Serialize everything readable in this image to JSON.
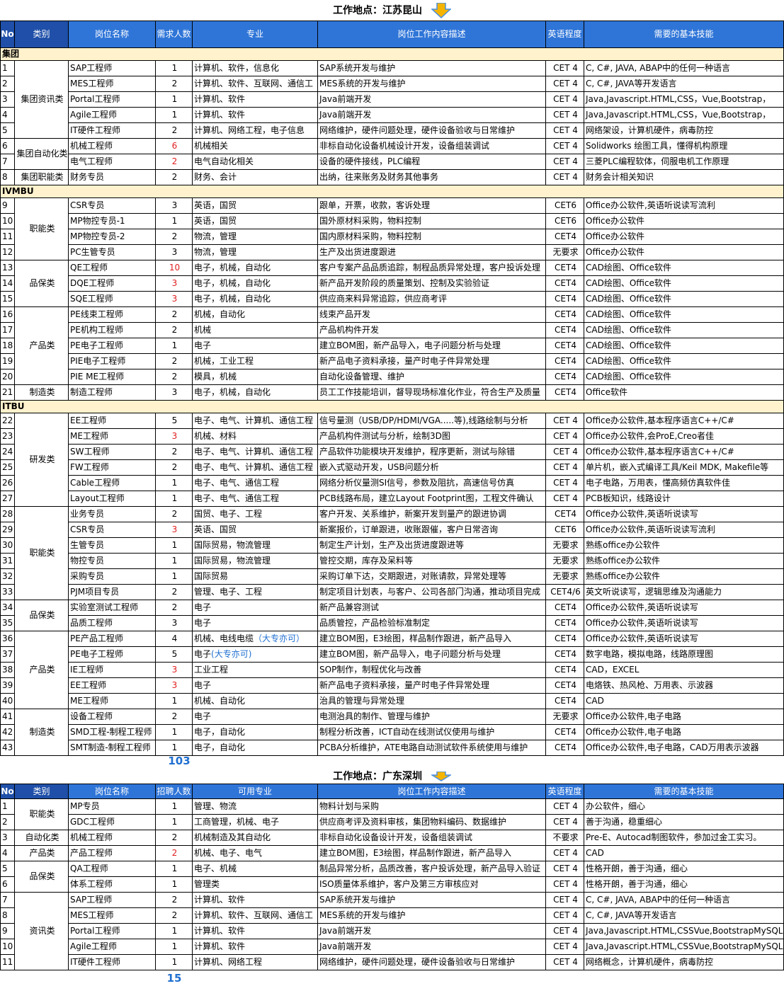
{
  "kunshan": {
    "title": "工作地点：江苏昆山",
    "headers": [
      "No",
      "类别",
      "岗位名称",
      "需求人数",
      "专业",
      "岗位工作内容描述",
      "英语程度",
      "需要的基本技能"
    ],
    "groups": [
      {
        "name": "集团",
        "cats": [
          {
            "name": "集团资讯类",
            "rows": [
              {
                "no": "1",
                "pos": "SAP工程师",
                "n": "1",
                "major": "计算机、软件，信息化",
                "desc": "SAP系统开发与维护",
                "eng": "CET 4",
                "skill": "C, C#, JAVA, ABAP中的任何一种语言"
              },
              {
                "no": "2",
                "pos": "MES工程师",
                "n": "2",
                "major": "计算机、软件、互联网、通信工",
                "desc": "MES系统的开发与维护",
                "eng": "CET 4",
                "skill": "C, C#, JAVA等开发语言"
              },
              {
                "no": "3",
                "pos": "Portal工程师",
                "n": "1",
                "major": "计算机、软件",
                "desc": "Java前端开发",
                "eng": "CET 4",
                "skill": "Java,Javascript.HTML,CSS，Vue,Bootstrap，"
              },
              {
                "no": "4",
                "pos": "Agile工程师",
                "n": "1",
                "major": "计算机、软件",
                "desc": "Java前端开发",
                "eng": "CET 4",
                "skill": "Java,Javascript.HTML,CSS，Vue,Bootstrap，"
              },
              {
                "no": "5",
                "pos": "IT硬件工程师",
                "n": "2",
                "major": "计算机、网络工程，电子信息",
                "desc": "网络维护，硬件问题处理，硬件设备验收与日常维护",
                "eng": "CET 4",
                "skill": "网络架设，计算机硬件，病毒防控"
              }
            ]
          },
          {
            "name": "集团自动化类",
            "rows": [
              {
                "no": "6",
                "pos": "机械工程师",
                "n": "6",
                "red": true,
                "major": "机械相关",
                "desc": "非标自动化设备机械设计开发，设备组装调试",
                "eng": "CET 4",
                "skill": "Solidworks 绘图工具，懂得机构原理"
              },
              {
                "no": "7",
                "pos": "电气工程师",
                "n": "2",
                "red": true,
                "major": "电气自动化相关",
                "desc": "设备的硬件接线，PLC编程",
                "eng": "CET 4",
                "skill": "三菱PLC编程软体，伺服电机工作原理"
              }
            ]
          },
          {
            "name": "集团职能类",
            "rows": [
              {
                "no": "8",
                "pos": "财务专员",
                "n": "2",
                "major": "财务、会计",
                "desc": "出纳，往来账务及财务其他事务",
                "eng": "CET 4",
                "skill": "财务会计相关知识"
              }
            ]
          }
        ]
      },
      {
        "name": "IVMBU",
        "cats": [
          {
            "name": "职能类",
            "rows": [
              {
                "no": "9",
                "pos": "CSR专员",
                "n": "3",
                "major": "英语，国贸",
                "desc": "跟单，开票，收款，客诉处理",
                "eng": "CET6",
                "skill": "Office办公软件,英语听说读写流利"
              },
              {
                "no": "10",
                "pos": "MP物控专员-1",
                "n": "1",
                "major": "英语，国贸",
                "desc": "国外原材料采购，物料控制",
                "eng": "CET6",
                "skill": "Office办公软件"
              },
              {
                "no": "11",
                "pos": "MP物控专员-2",
                "n": "2",
                "major": "物流，管理",
                "desc": "国内原材料采购，物料控制",
                "eng": "CET4",
                "skill": "Office办公软件"
              },
              {
                "no": "12",
                "pos": "PC生管专员",
                "n": "3",
                "major": "物流，管理",
                "desc": "生产及出货进度跟进",
                "eng": "无要求",
                "skill": "Office办公软件"
              }
            ]
          },
          {
            "name": "品保类",
            "rows": [
              {
                "no": "13",
                "pos": "QE工程师",
                "n": "10",
                "red": true,
                "major": "电子，机械，自动化",
                "desc": "客户专案产品品质追踪，制程品质异常处理，客户投诉处理",
                "eng": "CET4",
                "skill": "CAD绘图、Office软件"
              },
              {
                "no": "14",
                "pos": "DQE工程师",
                "n": "3",
                "red": true,
                "major": "电子，机械，自动化",
                "desc": "新产品开发阶段的质量策划、控制及实验验证",
                "eng": "CET4",
                "skill": "CAD绘图、Office软件"
              },
              {
                "no": "15",
                "pos": "SQE工程师",
                "n": "3",
                "red": true,
                "major": "电子，机械，自动化",
                "desc": "供应商来料异常追踪，供应商考评",
                "eng": "CET4",
                "skill": "CAD绘图、Office软件"
              }
            ]
          },
          {
            "name": "产品类",
            "rows": [
              {
                "no": "16",
                "pos": "PE线束工程师",
                "n": "2",
                "major": "机械，自动化",
                "desc": "线束产品开发",
                "eng": "CET4",
                "skill": "CAD绘图、Office软件"
              },
              {
                "no": "17",
                "pos": "PE机构工程师",
                "n": "2",
                "major": "机械",
                "desc": "产品机构件开发",
                "eng": "CET4",
                "skill": "CAD绘图、Office软件"
              },
              {
                "no": "18",
                "pos": "PE电子工程师",
                "n": "1",
                "major": "电子",
                "desc": "建立BOM图，新产品导入，电子问题分析与处理",
                "eng": "CET4",
                "skill": "CAD绘图、Office软件"
              },
              {
                "no": "19",
                "pos": "PIE电子工程师",
                "n": "2",
                "major": "机械，工业工程",
                "desc": "新产品电子资料承接，量产时电子件异常处理",
                "eng": "CET4",
                "skill": "CAD绘图、Office软件"
              },
              {
                "no": "20",
                "pos": "PIE ME工程师",
                "n": "2",
                "major": "模具，机械",
                "desc": "自动化设备管理、维护",
                "eng": "CET4",
                "skill": "CAD绘图、Office软件"
              }
            ]
          },
          {
            "name": "制造类",
            "rows": [
              {
                "no": "21",
                "pos": "制造工程师",
                "n": "3",
                "major": "电子，机械，自动化",
                "desc": "员工工作技能培训，督导现场标准化作业，符合生产及质量",
                "eng": "CET4",
                "skill": "Office软件"
              }
            ]
          }
        ]
      },
      {
        "name": "ITBU",
        "cats": [
          {
            "name": "研发类",
            "rows": [
              {
                "no": "22",
                "pos": "EE工程师",
                "n": "5",
                "major": "电子、电气、计算机、通信工程",
                "desc": "信号量测（USB/DP/HDMI/VGA.....等),线路绘制与分析",
                "eng": "CET 4",
                "skill": "Office办公软件,基本程序语言C++/C#"
              },
              {
                "no": "23",
                "pos": "ME工程师",
                "n": "3",
                "red": true,
                "major": "机械、材料",
                "desc": "产品机构件测试与分析，绘制3D图",
                "eng": "CET 4",
                "skill": "Office办公软件,会ProE,Creo者佳"
              },
              {
                "no": "24",
                "pos": "SW工程师",
                "n": "2",
                "major": "电子、电气、计算机、通信工程",
                "desc": "产品软件功能模块开发维护，程序更新，测试与除错",
                "eng": "CET 4",
                "skill": "Office办公软件,基本程序语言C++/C#"
              },
              {
                "no": "25",
                "pos": "FW工程师",
                "n": "2",
                "major": "电子、电气、计算机、通信工程",
                "desc": "嵌入式驱动开发，USB问题分析",
                "eng": "CET 4",
                "skill": "单片机，嵌入式编译工具/Keil MDK, Makefile等"
              },
              {
                "no": "26",
                "pos": "Cable工程师",
                "n": "1",
                "major": "电子、电气、通信工程",
                "desc": "网络分析仪量测SI信号，参数及阻抗，高速信号仿真",
                "eng": "CET 4",
                "skill": "电子电路，万用表，懂高频仿真软件佳"
              },
              {
                "no": "27",
                "pos": "Layout工程师",
                "n": "1",
                "major": "电子、电气、通信工程",
                "desc": "PCB线路布局，建立Layout Footprint图，工程文件确认",
                "eng": "CET 4",
                "skill": "PCB板知识，线路设计"
              }
            ]
          },
          {
            "name": "职能类",
            "rows": [
              {
                "no": "28",
                "pos": "业务专员",
                "n": "2",
                "major": "国贸、电子、工程",
                "desc": "客户开发、关系维护，新案开发到量产的跟进协调",
                "eng": "CET4",
                "skill": "Office办公软件,英语听说读写"
              },
              {
                "no": "29",
                "pos": "CSR专员",
                "n": "3",
                "red": true,
                "major": "英语、国贸",
                "desc": "新案报价，订单跟进，收账跟催，客户日常咨询",
                "eng": "CET6",
                "skill": "Office办公软件,英语听说读写流利"
              },
              {
                "no": "30",
                "pos": "生管专员",
                "n": "1",
                "major": "国际贸易，物流管理",
                "desc": "制定生产计划，生产及出货进度跟进等",
                "eng": "无要求",
                "skill": "熟练office办公软件"
              },
              {
                "no": "31",
                "pos": "物控专员",
                "n": "1",
                "major": "国际贸易，物流管理",
                "desc": "管控交期，库存及呆料等",
                "eng": "无要求",
                "skill": "熟练office办公软件"
              },
              {
                "no": "32",
                "pos": "采购专员",
                "n": "1",
                "major": "国际贸易",
                "desc": "采购订单下达，交期跟进，对账请款，异常处理等",
                "eng": "无要求",
                "skill": "熟练office办公软件"
              },
              {
                "no": "33",
                "pos": "PJM项目专员",
                "n": "2",
                "major": "管理、电子、工程",
                "desc": "制定项目计划表，与客户、公司各部门沟通，推动项目完成",
                "eng": "CET4/6",
                "skill": "英文听说读写，逻辑思维及沟通能力"
              }
            ]
          },
          {
            "name": "品保类",
            "rows": [
              {
                "no": "34",
                "pos": "实验室测试工程师",
                "n": "2",
                "major": "电子",
                "desc": "新产品兼容测试",
                "eng": "CET4",
                "skill": "Office办公软件,英语听说读写"
              },
              {
                "no": "35",
                "pos": "品质工程师",
                "n": "3",
                "major": "电子",
                "desc": "品质管控，产品检验标准制定",
                "eng": "CET4",
                "skill": "Office办公软件,英语听说读写"
              }
            ]
          },
          {
            "name": "产品类",
            "rows": [
              {
                "no": "36",
                "pos": "PE产品工程师",
                "n": "4",
                "major": "机械、电线电缆",
                "note": "（大专亦可）",
                "desc": "建立BOM图，E3绘图，样品制作跟进，新产品导入",
                "eng": "CET4",
                "skill": "Office办公软件,英语听说读写"
              },
              {
                "no": "37",
                "pos": "PE电子工程师",
                "n": "5",
                "major": "电子",
                "note": "(大专亦可)",
                "desc": "建立BOM图，新产品导入，电子问题分析与处理",
                "eng": "CET4",
                "skill": "数字电路，模拟电路，线路原理图"
              },
              {
                "no": "38",
                "pos": "IE工程师",
                "n": "3",
                "red": true,
                "major": "工业工程",
                "desc": "SOP制作，制程优化与改善",
                "eng": "CET4",
                "skill": "CAD，EXCEL"
              },
              {
                "no": "39",
                "pos": "EE工程师",
                "n": "3",
                "red": true,
                "major": "电子",
                "desc": "新产品电子资料承接，量产时电子件异常处理",
                "eng": "CET4",
                "skill": "电烙铁、热风枪、万用表、示波器"
              },
              {
                "no": "40",
                "pos": "ME工程师",
                "n": "1",
                "major": "机械、自动化",
                "desc": "治具的管理与异常处理",
                "eng": "CET4",
                "skill": "CAD"
              }
            ]
          },
          {
            "name": "制造类",
            "rows": [
              {
                "no": "41",
                "pos": "设备工程师",
                "n": "2",
                "major": "电子",
                "desc": "电测治具的制作、管理与维护",
                "eng": "无要求",
                "skill": "Office办公软件,电子电路"
              },
              {
                "no": "42",
                "pos": "SMD工程-制程工程师",
                "n": "1",
                "major": "电子，自动化",
                "desc": "制程分析改善，ICT自动在线测试仪使用与维护",
                "eng": "CET4",
                "skill": "Office办公软件,电子电路"
              },
              {
                "no": "43",
                "pos": "SMT制造-制程工程师",
                "n": "1",
                "major": "电子，自动化",
                "desc": "PCBA分析维护，ATE电路自动测试软件系统使用与维护",
                "eng": "CET4",
                "skill": "Office办公软件,电子电路，CAD万用表示波器"
              }
            ]
          }
        ]
      }
    ],
    "total": "103"
  },
  "shenzhen": {
    "title": "工作地点：广东深圳",
    "headers": [
      "No",
      "类别",
      "岗位名称",
      "招聘人数",
      "可用专业",
      "岗位工作内容描述",
      "英语程度",
      "需要的基本技能"
    ],
    "cats": [
      {
        "name": "职能类",
        "rows": [
          {
            "no": "1",
            "pos": "MP专员",
            "n": "1",
            "major": "管理、物流",
            "desc": "物料计划与采购",
            "eng": "CET 4",
            "skill": "办公软件，细心"
          },
          {
            "no": "2",
            "pos": "GDC工程师",
            "n": "1",
            "major": "工商管理，机械、电子",
            "desc": "供应商考评及资料审核，集团物料编码、数据维护",
            "eng": "CET 4",
            "skill": "善于沟通，稳重细心"
          }
        ]
      },
      {
        "name": "自动化类",
        "rows": [
          {
            "no": "3",
            "pos": "机械工程师",
            "n": "2",
            "major": "机械制造及其自动化",
            "desc": "非标自动化设备设计开发，设备组装调试",
            "eng": "不要求",
            "skill": "Pre-E、Autocad制图软件，参加过金工实习。"
          }
        ]
      },
      {
        "name": "产品类",
        "rows": [
          {
            "no": "4",
            "pos": "产品工程师",
            "n": "2",
            "red": true,
            "major": "机械、电子、电气",
            "desc": "建立BOM图，E3绘图，样品制作跟进，新产品导入",
            "eng": "CET 4",
            "skill": "CAD"
          }
        ]
      },
      {
        "name": "品保类",
        "rows": [
          {
            "no": "5",
            "pos": "QA工程师",
            "n": "1",
            "major": "电子、机械",
            "desc": "制品异常分析，品质改善，客户投诉处理，新产品导入验证",
            "eng": "CET 4",
            "skill": "性格开朗，善于沟通，细心"
          },
          {
            "no": "6",
            "pos": "体系工程师",
            "n": "1",
            "major": "管理类",
            "desc": "ISO质量体系维护，客户及第三方审核应对",
            "eng": "CET 4",
            "skill": "性格开朗，善于沟通，细心"
          }
        ]
      },
      {
        "name": "资讯类",
        "rows": [
          {
            "no": "7",
            "pos": "SAP工程师",
            "n": "2",
            "major": "计算机、软件",
            "desc": "SAP系统开发与维护",
            "eng": "CET 4",
            "skill": "C, C#, JAVA, ABAP中的任何一种语言"
          },
          {
            "no": "8",
            "pos": "MES工程师",
            "n": "2",
            "major": "计算机、软件、互联网、通信工",
            "desc": "MES系统的开发与维护",
            "eng": "CET 4",
            "skill": "C, C#, JAVA等开发语言"
          },
          {
            "no": "9",
            "pos": "Portal工程师",
            "n": "1",
            "major": "计算机、软件",
            "desc": "Java前端开发",
            "eng": "CET 4",
            "skill": "Java,Javascript.HTML,CSSVue,BootstrapMySQL"
          },
          {
            "no": "10",
            "pos": "Agile工程师",
            "n": "1",
            "major": "计算机、软件",
            "desc": "Java前端开发",
            "eng": "CET 4",
            "skill": "Java,Javascript.HTML,CSSVue,BootstrapMySQL"
          },
          {
            "no": "11",
            "pos": "IT硬件工程师",
            "n": "1",
            "major": "计算机、网络工程",
            "desc": "网络维护，硬件问题处理，硬件设备验收与日常维护",
            "eng": "CET 4",
            "skill": "网络概念，计算机硬件，病毒防控"
          }
        ]
      }
    ],
    "total": "15"
  }
}
